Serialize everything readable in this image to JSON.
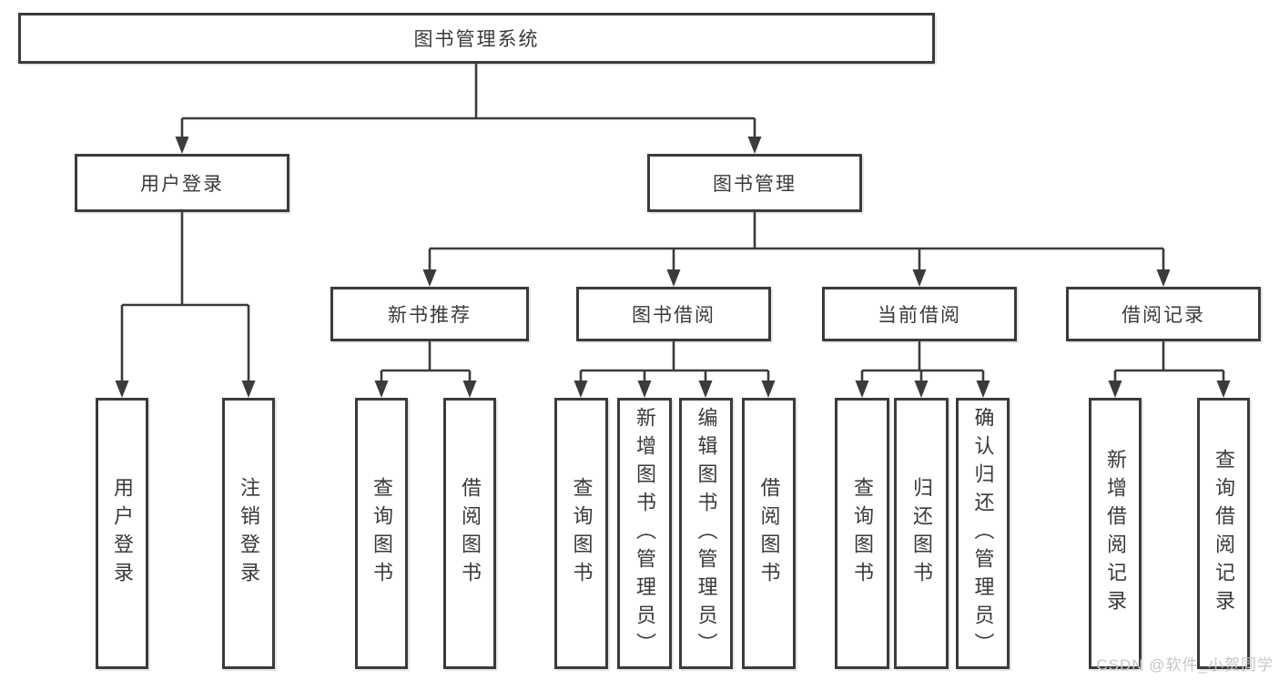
{
  "diagram": {
    "title": "图书管理系统",
    "tree": {
      "root": "图书管理系统",
      "children": [
        {
          "label": "用户登录",
          "children": [
            "用户登录",
            "注销登录"
          ]
        },
        {
          "label": "图书管理",
          "children": [
            {
              "label": "新书推荐",
              "children": [
                "查询图书",
                "借阅图书"
              ]
            },
            {
              "label": "图书借阅",
              "children": [
                "查询图书",
                "新增图书（管理员）",
                "编辑图书（管理员）",
                "借阅图书"
              ]
            },
            {
              "label": "当前借阅",
              "children": [
                "查询图书",
                "归还图书",
                "确认归还（管理员）"
              ]
            },
            {
              "label": "借阅记录",
              "children": [
                "新增借阅记录",
                "查询借阅记录"
              ]
            }
          ]
        }
      ]
    },
    "colors": {
      "line": "#3b3b3b",
      "text": "#3a3a3a",
      "background": "#ffffff",
      "watermark": "#c6c6c6"
    }
  },
  "watermark": {
    "text": "CSDN @软件_小贺同学"
  }
}
